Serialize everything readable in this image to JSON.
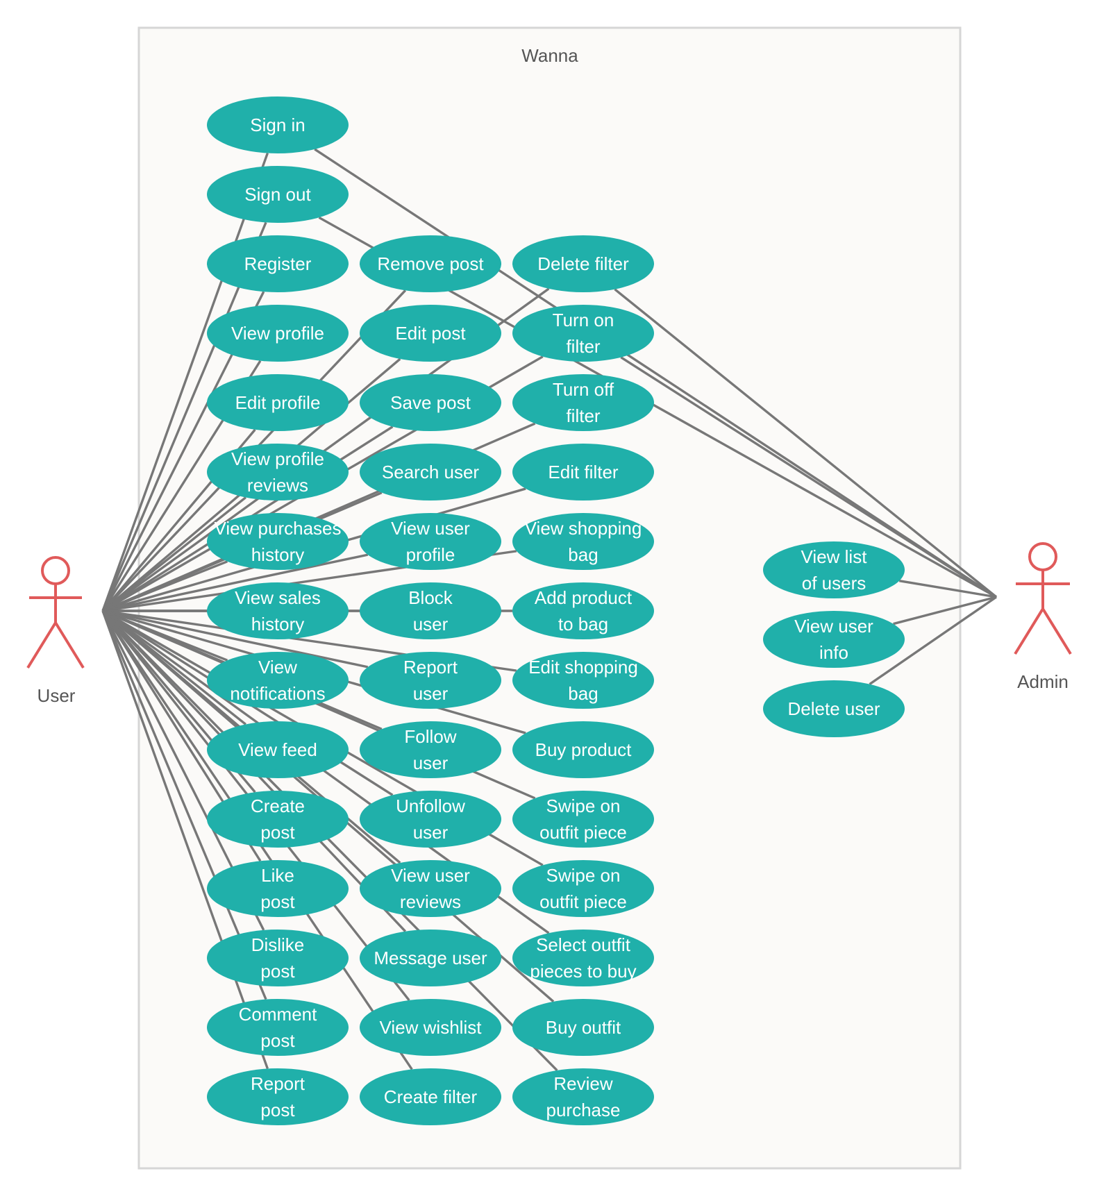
{
  "system": {
    "title": "Wanna"
  },
  "actors": {
    "user": {
      "label": "User"
    },
    "admin": {
      "label": "Admin"
    }
  },
  "colors": {
    "usecase_fill": "#20B0AA",
    "actor_stroke": "#E05A5A",
    "line": "#777777",
    "boundary_fill": "#FBFAF8",
    "boundary_stroke": "#D6D6D6",
    "label_text": "#555555"
  },
  "usecases": {
    "col1": [
      [
        "Sign in"
      ],
      [
        "Sign out"
      ],
      [
        "Register"
      ],
      [
        "View profile"
      ],
      [
        "Edit profile"
      ],
      [
        "View profile",
        "reviews"
      ],
      [
        "View purchases",
        "history"
      ],
      [
        "View sales",
        "history"
      ],
      [
        "View",
        "notifications"
      ],
      [
        "View feed"
      ],
      [
        "Create",
        "post"
      ],
      [
        "Like",
        "post"
      ],
      [
        "Dislike",
        "post"
      ],
      [
        "Comment",
        "post"
      ],
      [
        "Report",
        "post"
      ]
    ],
    "col2": [
      [
        "Remove post"
      ],
      [
        "Edit post"
      ],
      [
        "Save post"
      ],
      [
        "Search user"
      ],
      [
        "View user",
        "profile"
      ],
      [
        "Block",
        "user"
      ],
      [
        "Report",
        "user"
      ],
      [
        "Follow",
        "user"
      ],
      [
        "Unfollow",
        "user"
      ],
      [
        "View user",
        "reviews"
      ],
      [
        "Message user"
      ],
      [
        "View wishlist"
      ],
      [
        "Create filter"
      ]
    ],
    "col3": [
      [
        "Delete filter"
      ],
      [
        "Turn on",
        "filter"
      ],
      [
        "Turn off",
        "filter"
      ],
      [
        "Edit filter"
      ],
      [
        "View shopping",
        "bag"
      ],
      [
        "Add product",
        "to bag"
      ],
      [
        "Edit shopping",
        "bag"
      ],
      [
        "Buy product"
      ],
      [
        "Swipe on",
        "outfit piece"
      ],
      [
        "Swipe on",
        "outfit piece"
      ],
      [
        "Select outfit",
        "pieces to buy"
      ],
      [
        "Buy outfit"
      ],
      [
        "Review",
        "purchase"
      ]
    ],
    "admin": [
      [
        "View list",
        "of users"
      ],
      [
        "View user",
        "info"
      ],
      [
        "Delete user"
      ]
    ]
  }
}
